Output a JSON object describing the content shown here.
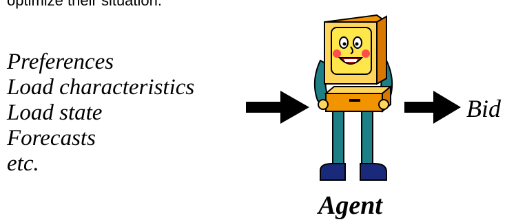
{
  "intro_text": "optimize their situation.",
  "inputs": [
    "Preferences",
    "Load characteristics",
    "Load state",
    "Forecasts",
    "etc."
  ],
  "output": "Bid",
  "agent_label": "Agent",
  "colors": {
    "monitor": "#f29400",
    "monitor_front": "#ffd65c",
    "face": "#ffe64a",
    "body": "#1e7f86",
    "shoes": "#1a2a7a",
    "arrow": "#000000"
  }
}
